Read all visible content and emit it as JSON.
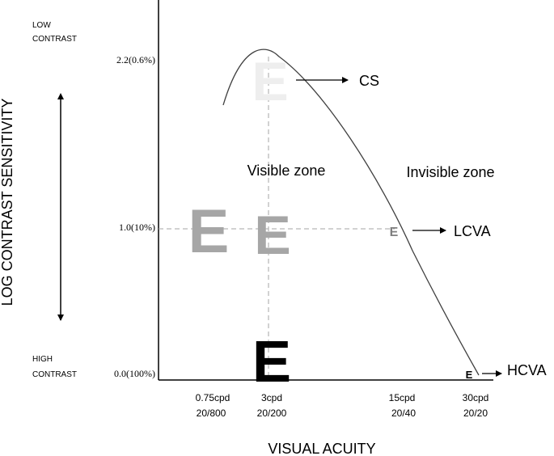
{
  "y_axis": {
    "title": "LOG CONTRAST SENSITIVITY",
    "top_label": [
      "LOW",
      "CONTRAST"
    ],
    "bottom_label": [
      "HIGH",
      "CONTRAST"
    ],
    "ticks": [
      {
        "label": "2.2(0.6%)",
        "value": 2.2
      },
      {
        "label": "1.0(10%)",
        "value": 1.0
      },
      {
        "label": "0.0(100%)",
        "value": 0.0
      }
    ]
  },
  "x_axis": {
    "title": "VISUAL ACUITY",
    "ticks": [
      {
        "cpd": "0.75cpd",
        "snellen": "20/800"
      },
      {
        "cpd": "3cpd",
        "snellen": "20/200"
      },
      {
        "cpd": "15cpd",
        "snellen": "20/40"
      },
      {
        "cpd": "30cpd",
        "snellen": "20/20"
      }
    ]
  },
  "zones": {
    "visible": "Visible zone",
    "invisible": "Invisible zone"
  },
  "markers": {
    "cs": "CS",
    "lcva": "LCVA",
    "hcva": "HCVA"
  },
  "letters": [
    {
      "text": "E",
      "color": "#eeeeee"
    },
    {
      "text": "E",
      "color": "#a6a6a6"
    },
    {
      "text": "E",
      "color": "#a6a6a6"
    },
    {
      "text": "E",
      "color": "#7f7f7f"
    },
    {
      "text": "E",
      "color": "#000000"
    },
    {
      "text": "E",
      "color": "#000000"
    }
  ],
  "colors": {
    "axis": "#000000",
    "curve": "#404040",
    "guide": "#a6a6a6"
  }
}
